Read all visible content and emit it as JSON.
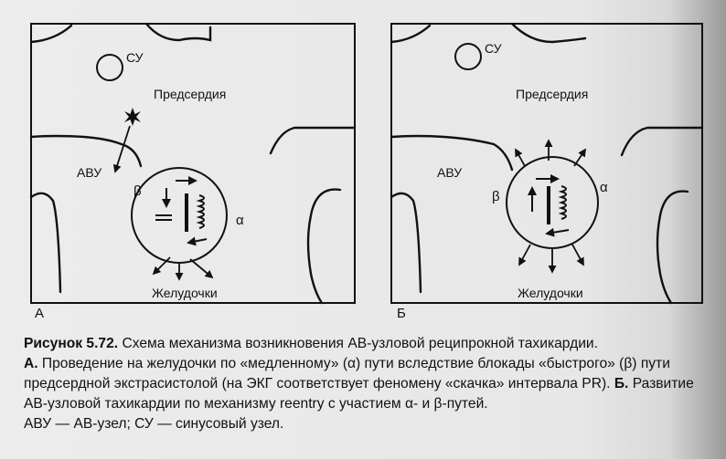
{
  "figure": {
    "panel_a": {
      "letter": "А",
      "su": "СУ",
      "atria": "Предсердия",
      "avu": "АВУ",
      "beta": "β",
      "alpha": "α",
      "ventricles": "Желудочки"
    },
    "panel_b": {
      "letter": "Б",
      "su": "СУ",
      "atria": "Предсердия",
      "avu": "АВУ",
      "beta": "β",
      "alpha": "α",
      "ventricles": "Желудочки"
    }
  },
  "caption": {
    "figure_label": "Рисунок 5.72.",
    "line1": " Схема механизма возникновения АВ-узловой реципрокной тахикардии.",
    "part_a_label": "А.",
    "part_a_text": " Проведение на желудочки по «медленному» (α) пути вследствие блокады «быстрого» (β) пути предсердной экстрасистолой (на ЭКГ соответствует феномену «скачка» интервала PR).",
    "part_b_label": " Б.",
    "part_b_text": " Развитие АВ-узловой тахикардии по механизму reentry с участием α- и β-путей.",
    "line_last": "АВУ — АВ-узел; СУ — синусовый узел."
  }
}
